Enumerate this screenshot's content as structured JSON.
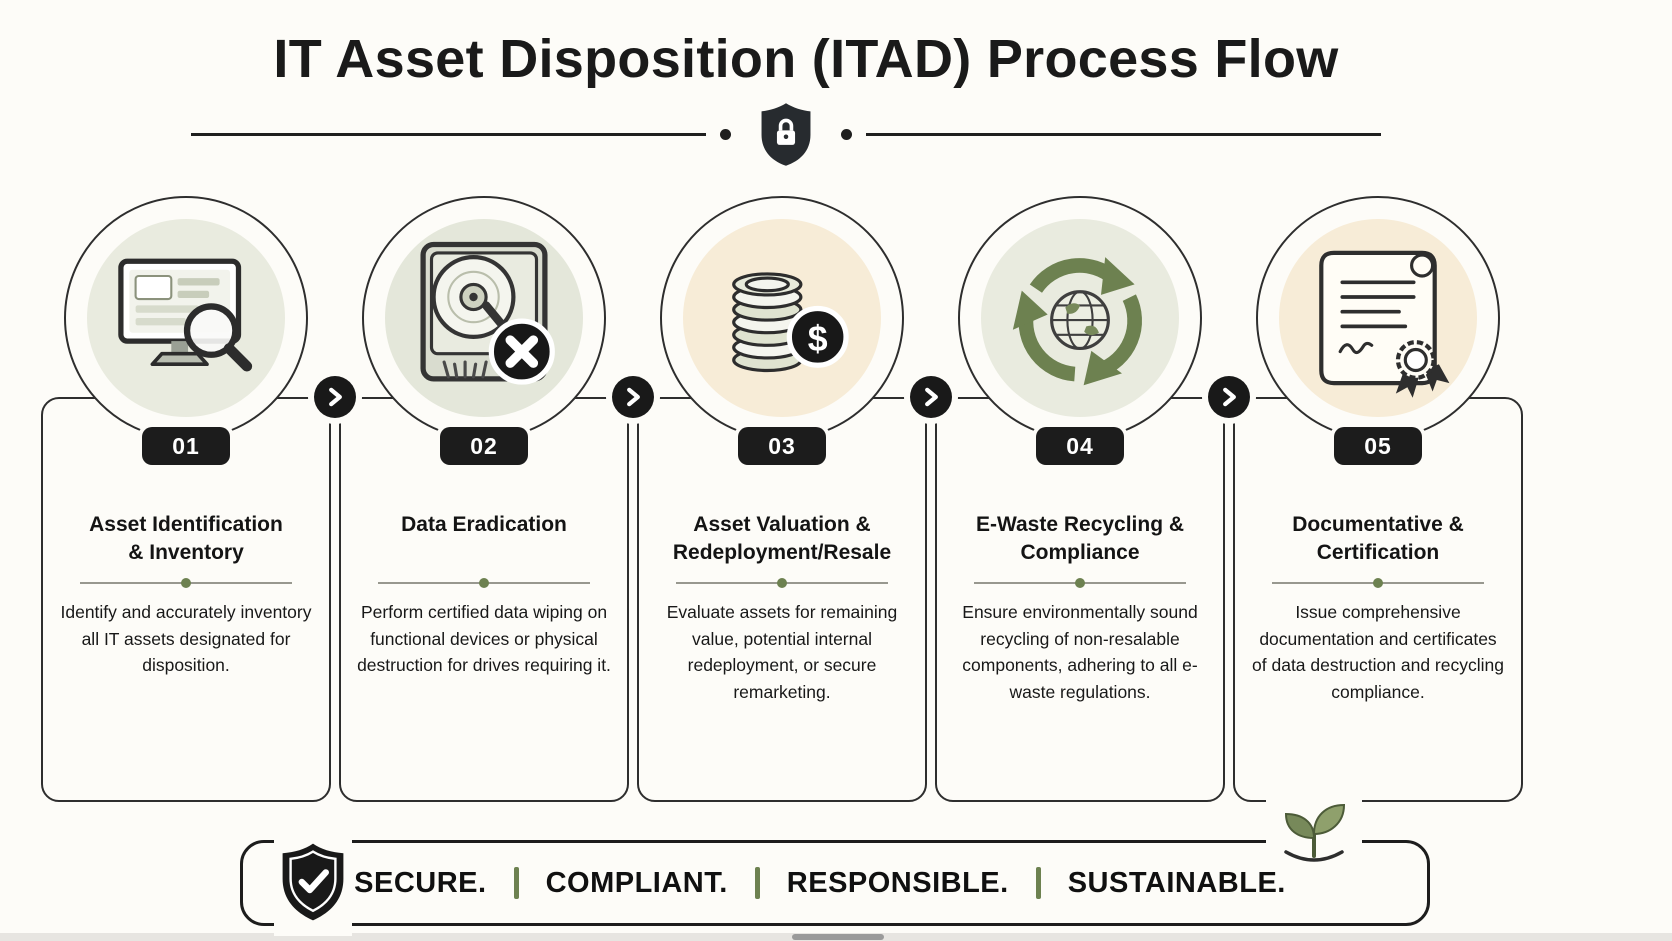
{
  "header": {
    "title": "IT Asset Disposition (ITAD) Process Flow",
    "shield_icon": "shield-lock-icon"
  },
  "steps": [
    {
      "number": "01",
      "title": "Asset Identification\n& Inventory",
      "description": "Identify and accurately inventory all IT assets designated for disposition.",
      "icon": "monitor-magnifier-icon",
      "icon_bg": "#e9ebdf"
    },
    {
      "number": "02",
      "title": "Data Eradication",
      "description": "Perform certified data wiping on functional devices or physical destruction for drives requiring it.",
      "icon": "hard-drive-destroy-icon",
      "icon_bg": "#e4e7da"
    },
    {
      "number": "03",
      "title": "Asset Valuation &\nRedeployment/Resale",
      "description": "Evaluate assets for remaining value, potential internal redeployment, or secure remarketing.",
      "icon": "coin-stack-dollar-icon",
      "icon_bg": "#f7ecd7",
      "currency_symbol": "$"
    },
    {
      "number": "04",
      "title": "E-Waste Recycling &\nCompliance",
      "description": "Ensure environmentally sound recycling of non-resalable components, adhering to all e-waste regulations.",
      "icon": "recycle-globe-icon",
      "icon_bg": "#e9ebdf"
    },
    {
      "number": "05",
      "title": "Documentative &\nCertification",
      "description": "Issue comprehensive documentation and certificates of data destruction and recycling compliance.",
      "icon": "certificate-scroll-icon",
      "icon_bg": "#f7ecd7"
    }
  ],
  "footer": {
    "keywords": [
      "SECURE.",
      "COMPLIANT.",
      "RESPONSIBLE.",
      "SUSTAINABLE."
    ],
    "shield_icon": "shield-check-icon",
    "plant_icon": "sprout-icon"
  },
  "colors": {
    "accent_green": "#6d8150",
    "dark": "#1c1c1c",
    "background": "#fdfcf8"
  }
}
